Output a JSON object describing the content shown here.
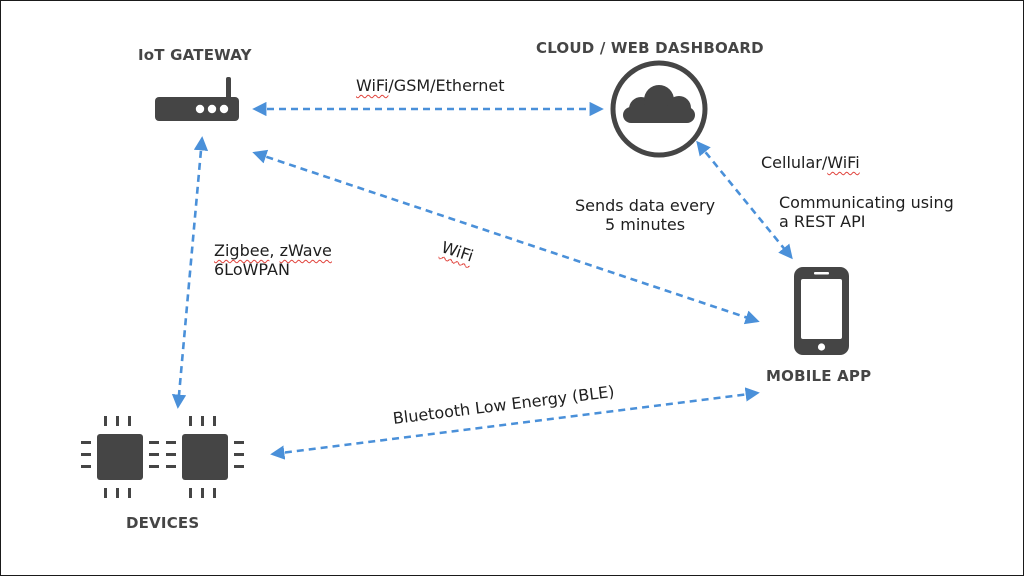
{
  "nodes": {
    "gateway": {
      "title": "IoT GATEWAY",
      "icon": "router-icon"
    },
    "cloud": {
      "title": "CLOUD / WEB DASHBOARD",
      "icon": "cloud-icon"
    },
    "mobile": {
      "title": "MOBILE APP",
      "icon": "smartphone-icon"
    },
    "devices": {
      "title": "DEVICES",
      "icon": "microchip-icon"
    }
  },
  "edges": {
    "gateway_cloud": {
      "label_word": "WiFi",
      "label_rest": "/GSM/Ethernet"
    },
    "gateway_mobile": {
      "label": "WiFi"
    },
    "gateway_devices": {
      "line1_a": "Zigbee",
      "line1_b": ", ",
      "line1_c": "zWave",
      "line2": "6LoWPAN"
    },
    "cloud_mobile": {
      "label_a": "Cellular/",
      "label_b": "WiFi",
      "note1": "Communicating using",
      "note2": "a REST API"
    },
    "cloud_send": {
      "line1": "Sends data every",
      "line2": "5 minutes"
    },
    "devices_mobile": {
      "label": "Bluetooth Low Energy (BLE)"
    }
  },
  "colors": {
    "arrow": "#4a90d9",
    "icon": "#454545",
    "title": "#454545",
    "spellcheck": "#e0413a"
  }
}
